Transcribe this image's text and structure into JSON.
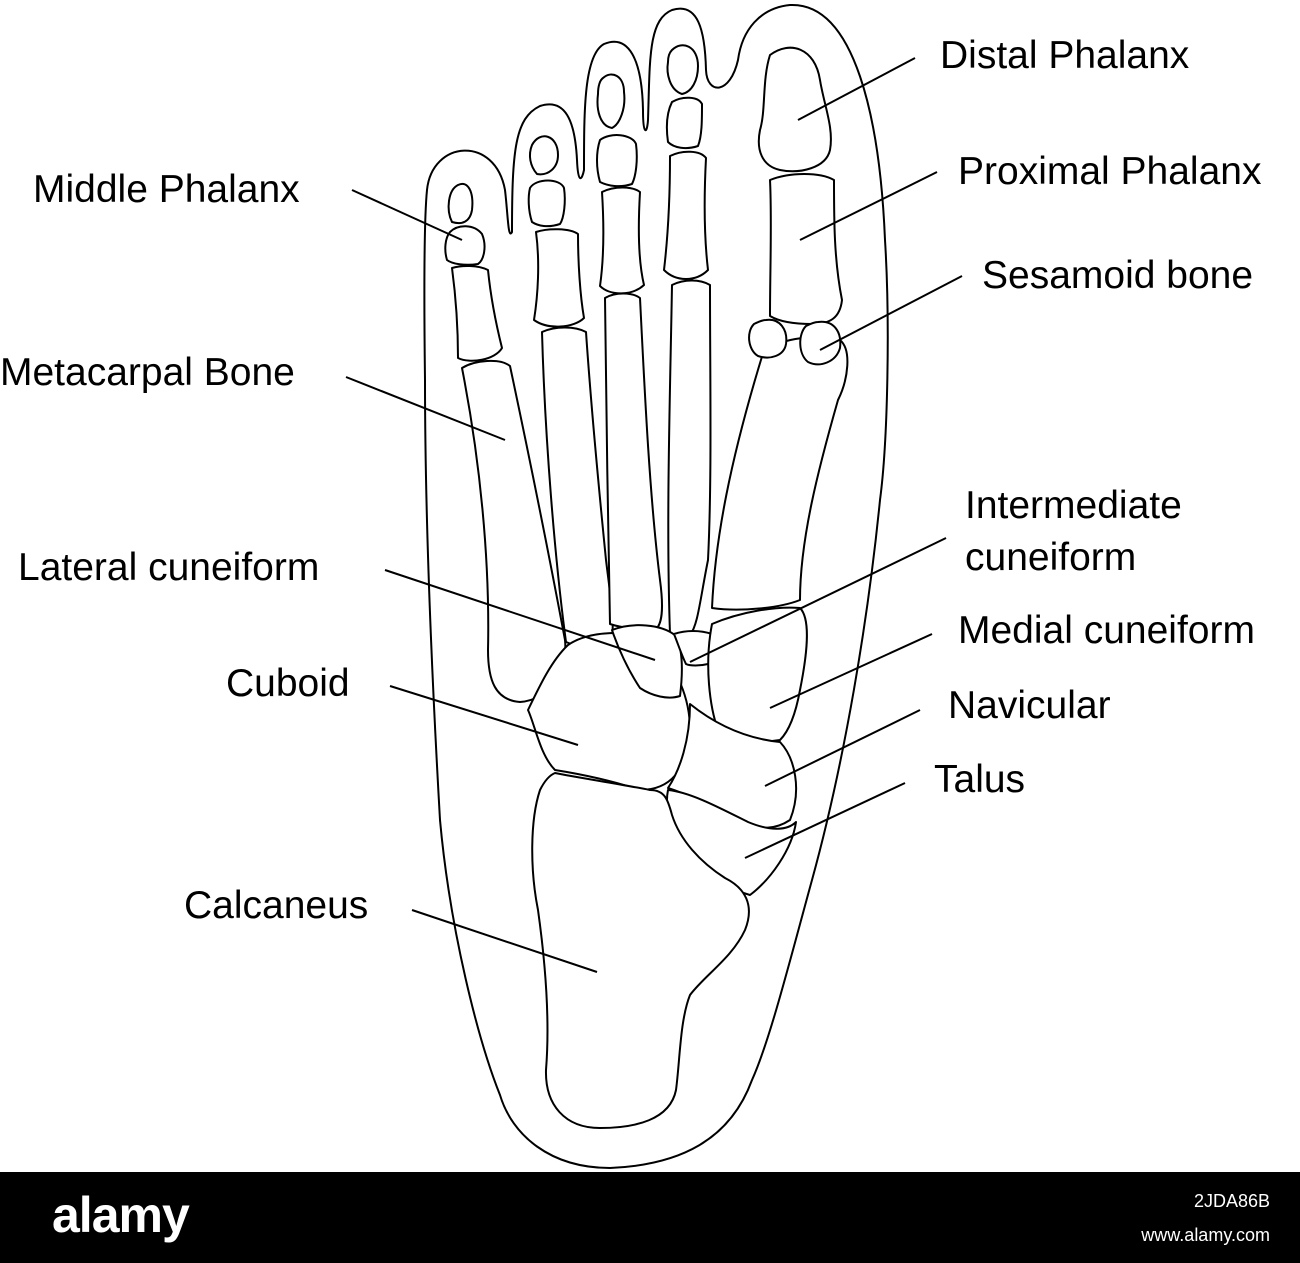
{
  "labels": {
    "distal_phalanx": "Distal Phalanx",
    "proximal_phalanx": "Proximal Phalanx",
    "sesamoid_bone": "Sesamoid bone",
    "middle_phalanx": "Middle Phalanx",
    "metacarpal_bone": "Metacarpal Bone",
    "intermediate_cuneiform_line1": "Intermediate",
    "intermediate_cuneiform_line2": "cuneiform",
    "lateral_cuneiform": "Lateral cuneiform",
    "medial_cuneiform": "Medial cuneiform",
    "cuboid": "Cuboid",
    "navicular": "Navicular",
    "talus": "Talus",
    "calcaneus": "Calcaneus"
  },
  "footer": {
    "logo": "alamy",
    "image_id": "2JDA86B",
    "site": "www.alamy.com"
  },
  "colors": {
    "line": "#000000",
    "background": "#ffffff",
    "footer_bg": "#000000",
    "footer_text": "#ffffff"
  }
}
